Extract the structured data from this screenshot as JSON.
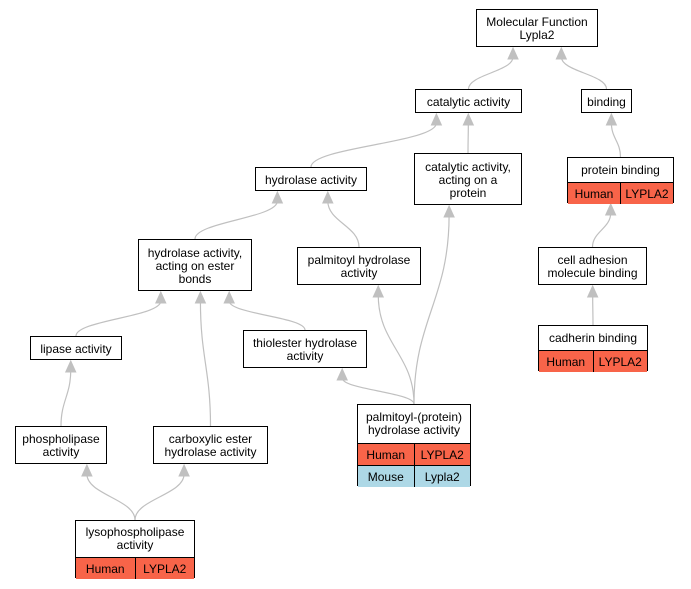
{
  "colors": {
    "human": "#f86449",
    "mouse": "#add8e6",
    "edge": "#c0c0c0"
  },
  "nodes": {
    "mf_root": {
      "lines": [
        "Molecular Function",
        "Lypla2"
      ]
    },
    "catalytic_activity": {
      "lines": [
        "catalytic activity"
      ]
    },
    "binding": {
      "lines": [
        "binding"
      ]
    },
    "hydrolase_activity": {
      "lines": [
        "hydrolase activity"
      ]
    },
    "catalytic_protein": {
      "lines": [
        "catalytic activity,",
        "acting on a",
        "protein"
      ]
    },
    "protein_binding": {
      "lines": [
        "protein binding"
      ],
      "annotations": [
        {
          "species": "Human",
          "gene": "LYPLA2",
          "color_key": "human"
        }
      ]
    },
    "hydrolase_ester": {
      "lines": [
        "hydrolase activity,",
        "acting on ester",
        "bonds"
      ]
    },
    "palmitoyl_hydrolase": {
      "lines": [
        "palmitoyl hydrolase",
        "activity"
      ]
    },
    "cell_adhesion": {
      "lines": [
        "cell adhesion",
        "molecule binding"
      ]
    },
    "lipase_activity": {
      "lines": [
        "lipase activity"
      ]
    },
    "thiolester_hydrolase": {
      "lines": [
        "thiolester hydrolase",
        "activity"
      ]
    },
    "cadherin_binding": {
      "lines": [
        "cadherin binding"
      ],
      "annotations": [
        {
          "species": "Human",
          "gene": "LYPLA2",
          "color_key": "human"
        }
      ]
    },
    "phospholipase": {
      "lines": [
        "phospholipase",
        "activity"
      ]
    },
    "carboxylic_ester": {
      "lines": [
        "carboxylic ester",
        "hydrolase activity"
      ]
    },
    "palmitoyl_protein": {
      "lines": [
        "palmitoyl-(protein)",
        "hydrolase activity"
      ],
      "annotations": [
        {
          "species": "Human",
          "gene": "LYPLA2",
          "color_key": "human"
        },
        {
          "species": "Mouse",
          "gene": "Lypla2",
          "color_key": "mouse"
        }
      ]
    },
    "lysophospholipase": {
      "lines": [
        "lysophospholipase",
        "activity"
      ],
      "annotations": [
        {
          "species": "Human",
          "gene": "LYPLA2",
          "color_key": "human"
        }
      ]
    }
  },
  "edges": [
    {
      "from": "catalytic_activity",
      "to": "mf_root"
    },
    {
      "from": "binding",
      "to": "mf_root"
    },
    {
      "from": "hydrolase_activity",
      "to": "catalytic_activity"
    },
    {
      "from": "catalytic_protein",
      "to": "catalytic_activity"
    },
    {
      "from": "protein_binding",
      "to": "binding"
    },
    {
      "from": "hydrolase_ester",
      "to": "hydrolase_activity"
    },
    {
      "from": "palmitoyl_hydrolase",
      "to": "hydrolase_activity"
    },
    {
      "from": "cell_adhesion",
      "to": "protein_binding"
    },
    {
      "from": "lipase_activity",
      "to": "hydrolase_ester"
    },
    {
      "from": "thiolester_hydrolase",
      "to": "hydrolase_ester"
    },
    {
      "from": "carboxylic_ester",
      "to": "hydrolase_ester"
    },
    {
      "from": "cadherin_binding",
      "to": "cell_adhesion"
    },
    {
      "from": "phospholipase",
      "to": "lipase_activity"
    },
    {
      "from": "palmitoyl_protein",
      "to": "thiolester_hydrolase"
    },
    {
      "from": "palmitoyl_protein",
      "to": "palmitoyl_hydrolase"
    },
    {
      "from": "palmitoyl_protein",
      "to": "catalytic_protein"
    },
    {
      "from": "lysophospholipase",
      "to": "phospholipase"
    },
    {
      "from": "lysophospholipase",
      "to": "carboxylic_ester"
    }
  ]
}
